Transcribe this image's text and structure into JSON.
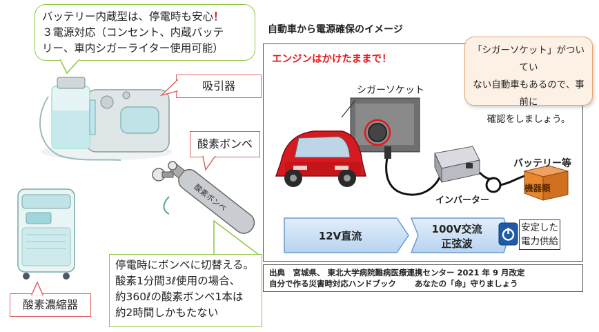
{
  "battery_note": {
    "line1": "バッテリー内蔵型は、停電時も安心",
    "exclaim": "！",
    "line2": "３電源対応（コンセント、内蔵バッテ",
    "line3": "リー、車内シガーライター使用可能）"
  },
  "labels": {
    "suction": "吸引器",
    "cylinder": "酸素ボンベ",
    "concentrator": "酸素濃縮器",
    "cylinder_body_text": "酸素ボンベ"
  },
  "outage_note": {
    "line1": "停電時にボンベに切替える。",
    "line2": "酸素1分間3ℓ使用の場合、",
    "line3": "約360ℓの酸素ボンベ1本は",
    "line4": "約2時間しかもたない"
  },
  "car_panel": {
    "title": "自動車から電源確保のイメージ",
    "engine_note": "エンジンはかけたままで！",
    "socket_label": "シガーソケット",
    "battery_label": "バッテリー等",
    "device_label": "機器類",
    "inverter_label": "インバーター",
    "flow_12v": "12V直流",
    "flow_100v_line1": "100V交流",
    "flow_100v_line2": "正弦波",
    "stable_line1": "安定した",
    "stable_line2": "電力供給",
    "tip_line1": "「シガーソケット」がついてい",
    "tip_line2": "ない自動車もあるので、事前に",
    "tip_line3": "確認をしましょう。"
  },
  "source": {
    "line1": "出典　宮城県、 東北大学病院難病医療連携センター 2021 年 9 月改定",
    "line2": "自分で作る災害時対応ハンドブック　　 あなたの「命」守りましょう"
  },
  "colors": {
    "green_border": "#8ec63f",
    "red_border": "#e06060",
    "engine_red": "#e8141a",
    "blue_arrow": "#cfe3f7",
    "car_red": "#d71920"
  }
}
